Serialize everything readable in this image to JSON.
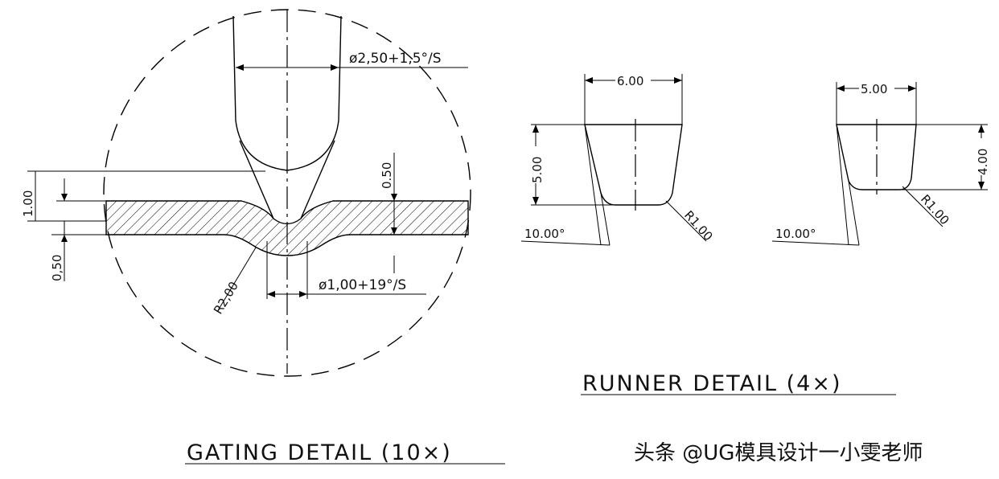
{
  "gating": {
    "title": "GATING DETAIL (10×)",
    "dim_top_diameter": "ø2,50+1,5°/S",
    "dim_height_1": "1.00",
    "dim_height_2": "0.50",
    "dim_bottom_left": "0,50",
    "dim_radius": "R2,00",
    "dim_gate_diameter": "ø1,00+19°/S"
  },
  "runner": {
    "title": "RUNNER DETAIL (4×)",
    "left": {
      "width": "6.00",
      "height": "5.00",
      "angle": "10.00°",
      "radius": "R1.00"
    },
    "right": {
      "width": "5.00",
      "height": "4.00",
      "angle": "10.00°",
      "radius": "R1.00"
    }
  },
  "watermark": "头条 @UG模具设计一小雯老师"
}
